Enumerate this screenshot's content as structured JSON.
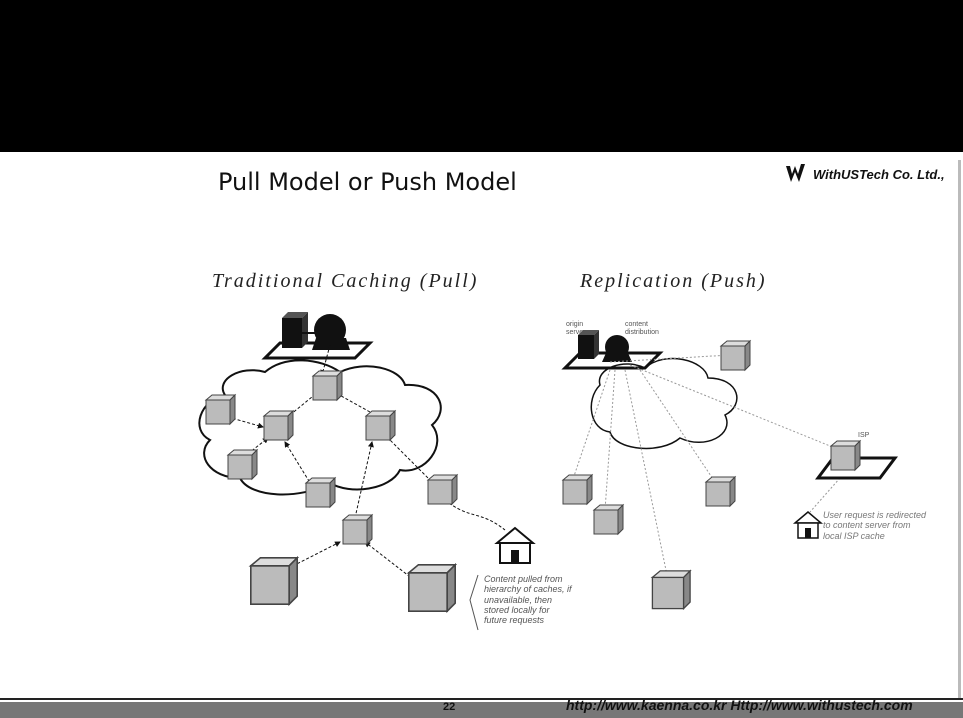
{
  "brand": {
    "logo_text": "WithUSTech Co. Ltd.,"
  },
  "title": "Pull Model or Push Model",
  "pull": {
    "subtitle": "Traditional Caching (Pull)",
    "note": "Content pulled from hierarchy of caches, if unavailable, then stored locally for future requests"
  },
  "push": {
    "subtitle": "Replication (Push)",
    "origin_label": "origin server",
    "distribution_label": "content distribution",
    "isp_label": "ISP",
    "note": "User request is redirected to content server from local ISP cache"
  },
  "footer": {
    "page": "22",
    "text": "http://www.kaenna.co.kr Http://www.withustech.com"
  }
}
